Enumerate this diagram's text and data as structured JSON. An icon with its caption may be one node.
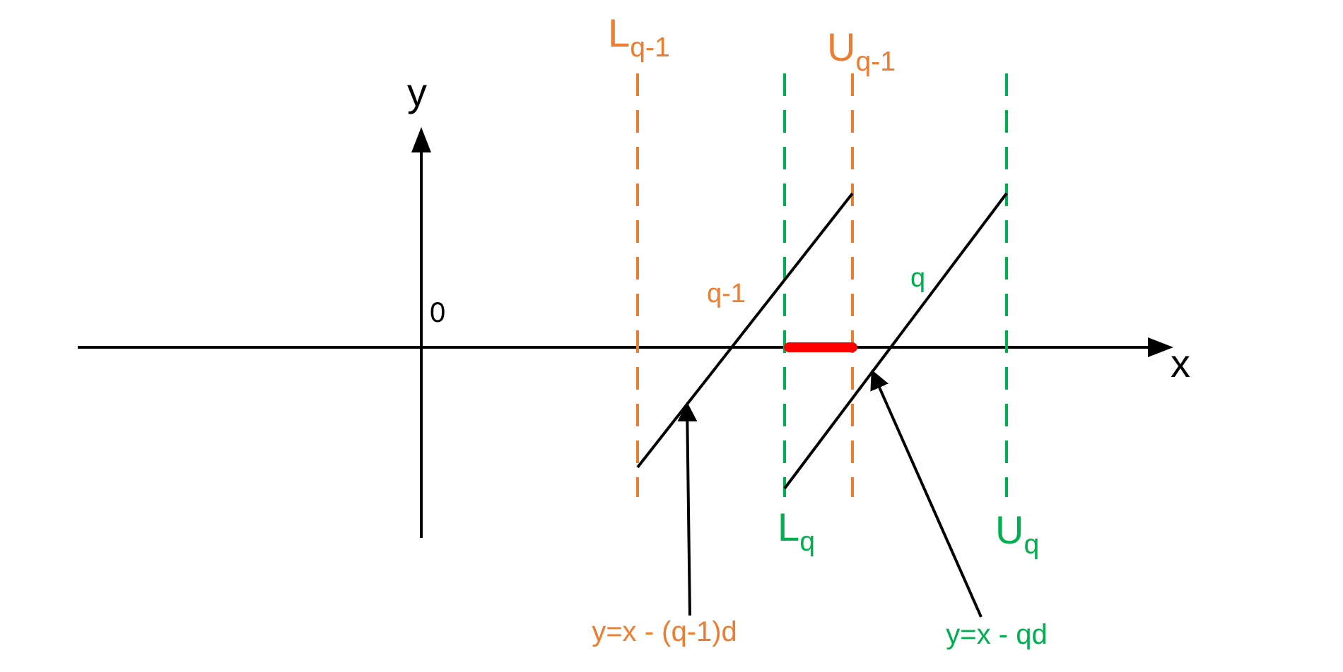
{
  "diagram": {
    "nodes": [
      {
        "text": [
          "y=x - (q-1)d"
        ]
      },
      {
        "text": [
          "y=x - qd"
        ]
      },
      {
        "text": [],
        "shape": "line"
      },
      {
        "text": [],
        "shape": "line"
      }
    ],
    "edges": [
      {
        "from": 0,
        "to": 2,
        "arrow": "to"
      },
      {
        "from": 1,
        "to": 3,
        "arrow": "to"
      }
    ],
    "labels": [
      "L$_{q-1}$",
      "U$_{q-1}$",
      "y",
      "q",
      "q-1",
      "0",
      "x",
      "L$_{q}$",
      "U$_{q}$"
    ]
  }
}
